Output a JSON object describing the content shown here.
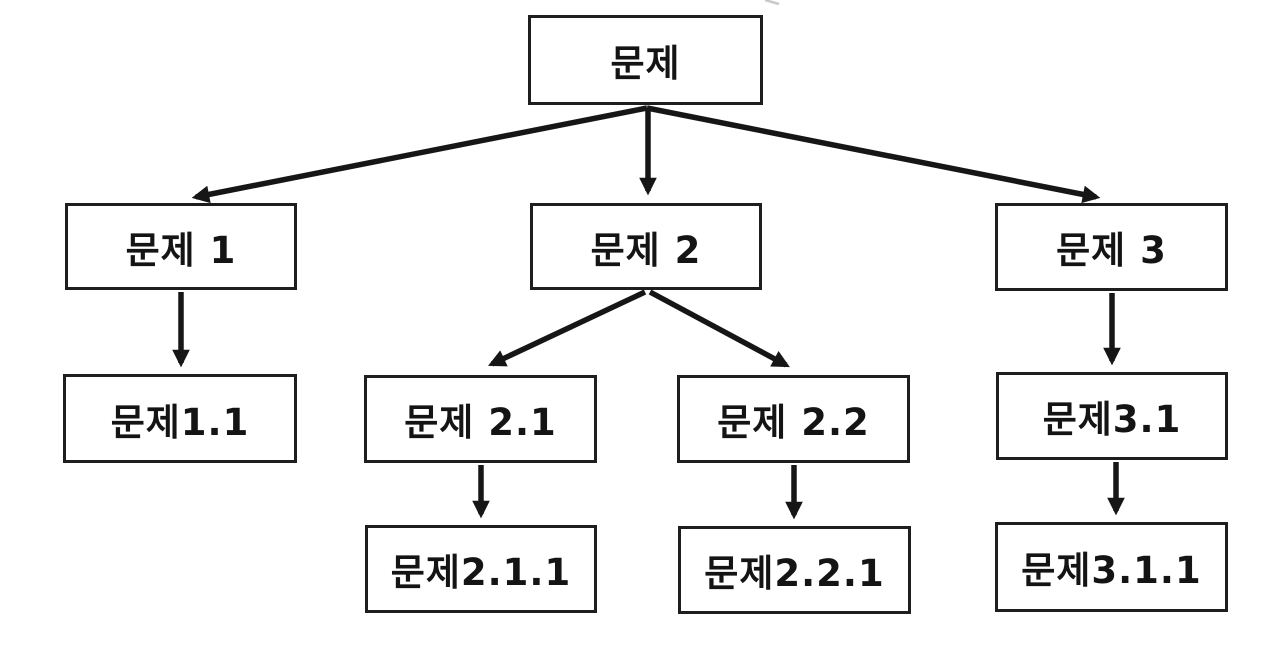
{
  "diagram": {
    "type": "tree",
    "nodes": {
      "root": {
        "label": "문제"
      },
      "n1": {
        "label": "문제 1"
      },
      "n2": {
        "label": "문제 2"
      },
      "n3": {
        "label": "문제 3"
      },
      "n1_1": {
        "label": "문제1.1"
      },
      "n2_1": {
        "label": "문제 2.1"
      },
      "n2_2": {
        "label": "문제 2.2"
      },
      "n3_1": {
        "label": "문제3.1"
      },
      "n2_1_1": {
        "label": "문제2.1.1"
      },
      "n2_2_1": {
        "label": "문제2.2.1"
      },
      "n3_1_1": {
        "label": "문제3.1.1"
      }
    },
    "edges": [
      {
        "from": "root",
        "to": "n1"
      },
      {
        "from": "root",
        "to": "n2"
      },
      {
        "from": "root",
        "to": "n3"
      },
      {
        "from": "n1",
        "to": "n1_1"
      },
      {
        "from": "n2",
        "to": "n2_1"
      },
      {
        "from": "n2",
        "to": "n2_2"
      },
      {
        "from": "n3",
        "to": "n3_1"
      },
      {
        "from": "n2_1",
        "to": "n2_1_1"
      },
      {
        "from": "n2_2",
        "to": "n2_2_1"
      },
      {
        "from": "n3_1",
        "to": "n3_1_1"
      }
    ],
    "colors": {
      "line": "#161616",
      "box_border": "#1e1e1e",
      "text": "#141414",
      "background": "#ffffff"
    }
  }
}
